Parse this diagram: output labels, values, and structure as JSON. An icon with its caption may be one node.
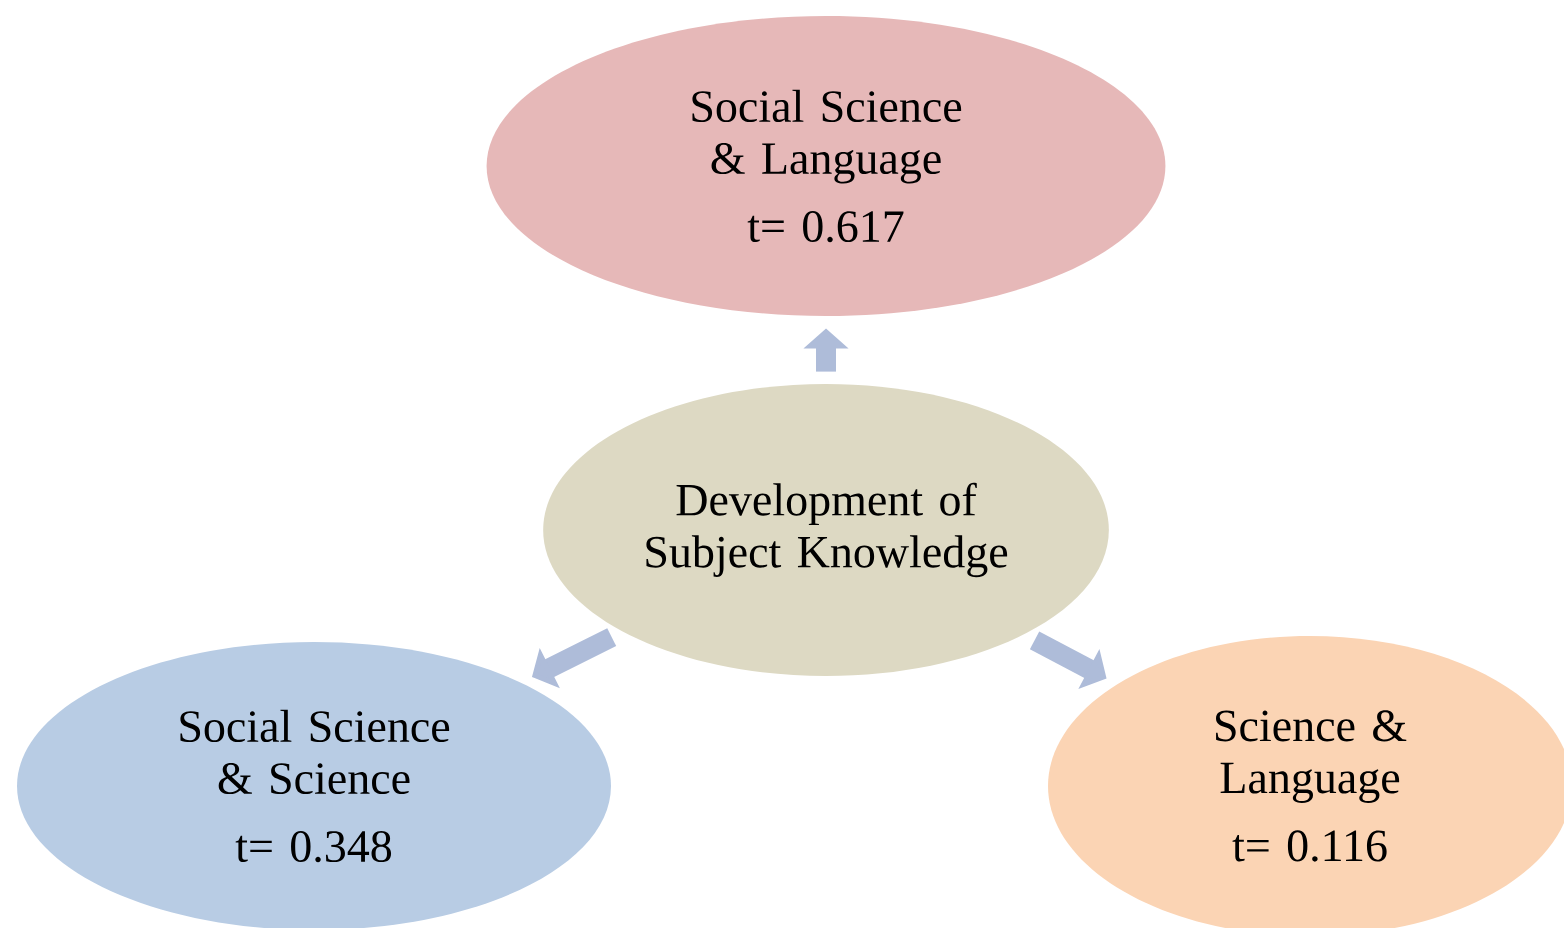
{
  "diagram": {
    "nodes": [
      {
        "text": [
          "Social Science & Language",
          "t= 0.617"
        ]
      },
      {
        "text": [
          "Development of Subject Knowledge"
        ]
      },
      {
        "text": [
          "Social Science & Science",
          "t= 0.348"
        ]
      },
      {
        "text": [
          "Science & Language",
          "t= 0.116"
        ]
      }
    ],
    "edges": [
      {
        "from": 1,
        "to": 0,
        "arrow": "to"
      },
      {
        "from": 1,
        "to": 2,
        "arrow": "to"
      },
      {
        "from": 1,
        "to": 3,
        "arrow": "to"
      }
    ]
  }
}
